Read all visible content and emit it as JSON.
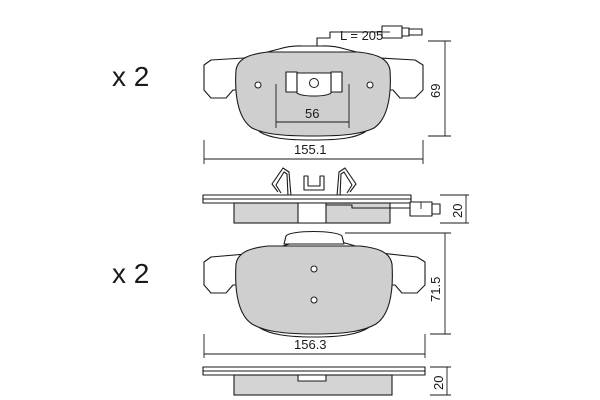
{
  "pad1": {
    "quantity": "x 2",
    "wire_length": "L = 205",
    "width": "155.1",
    "height": "69",
    "clip_spacing": "56",
    "thickness": "20"
  },
  "pad2": {
    "quantity": "x 2",
    "width": "156.3",
    "height": "71.5",
    "thickness": "20"
  }
}
